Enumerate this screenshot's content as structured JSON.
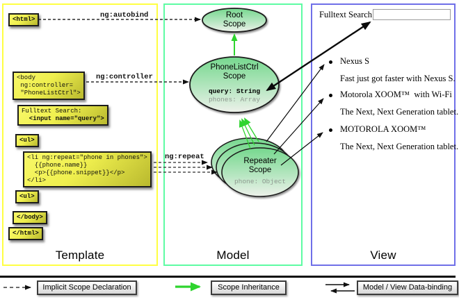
{
  "panels": {
    "template": {
      "label": "Template"
    },
    "model": {
      "label": "Model"
    },
    "view": {
      "label": "View"
    }
  },
  "code_boxes": {
    "html_open": "<html>",
    "body_open": {
      "l1": "<body",
      "l2": " ng:controller=",
      "l3": " \"PhoneListCtrl\">"
    },
    "fulltext": {
      "l1": "Fulltext Search:",
      "l2": "  <input name=\"query\">"
    },
    "ul_open": "<ul>",
    "li_repeat": {
      "l1": "<li ng:repeat=\"phone in phones\">",
      "l2": "  {{phone.name}}",
      "l3": "  <p>{{phone.snippet}}</p>",
      "l4": "</li>"
    },
    "ul_close": "<ul>",
    "body_close": "</body>",
    "html_close": "</html>"
  },
  "arrow_labels": {
    "autobind": "ng:autobind",
    "controller": "ng:controller",
    "repeat": "ng:repeat"
  },
  "scopes": {
    "root": {
      "line1": "Root",
      "line2": "Scope"
    },
    "phonelist": {
      "line1": "PhoneListCtrl",
      "line2": "Scope",
      "prop1": "query: String",
      "prop2": "phones: Array"
    },
    "repeater": {
      "line1": "Repeater",
      "line2": "Scope",
      "prop1": "phone: Object"
    }
  },
  "view": {
    "search_label": "Fulltext Search:",
    "search_value": "",
    "items": [
      {
        "title": "Nexus S",
        "desc": "Fast just got faster with Nexus S."
      },
      {
        "title": "Motorola XOOM™  with Wi-Fi",
        "desc": "The Next, Next Generation tablet."
      },
      {
        "title": "MOTOROLA XOOM™",
        "desc": "The Next, Next Generation tablet."
      }
    ]
  },
  "legend": {
    "implicit": "Implicit Scope Declaration",
    "inheritance": "Scope Inheritance",
    "binding": "Model / View Data-binding"
  },
  "colors": {
    "template_border": "#ffff42",
    "model_border": "#5dfca3",
    "view_border": "#6f6fe8",
    "scope_green": "#7edd96",
    "arrow_green": "#2ed42e",
    "code_yellow": "#f2f24b"
  }
}
